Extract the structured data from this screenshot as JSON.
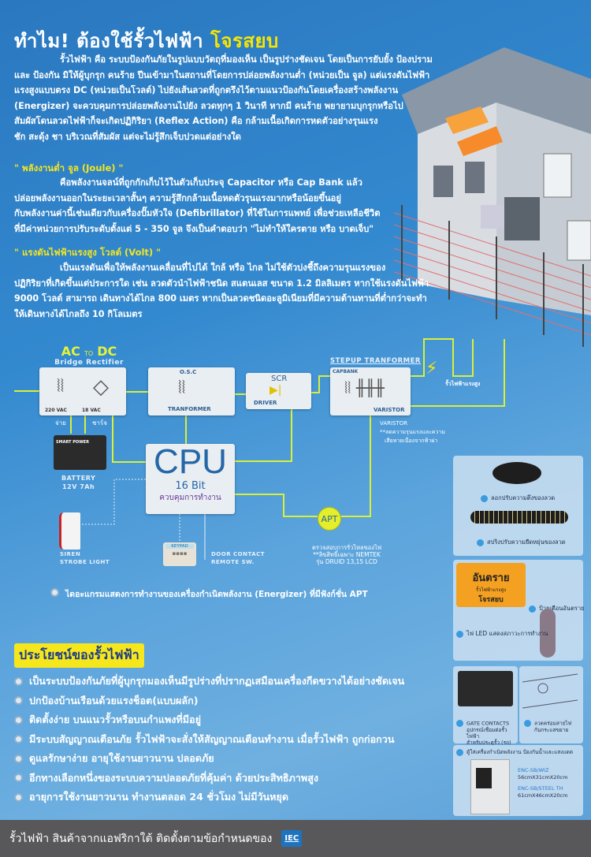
{
  "title": {
    "main": "ทำไม! ต้องใช้รั้วไฟฟ้า",
    "brand": "โจรสยบ"
  },
  "intro": [
    "รั้วไฟฟ้า คือ ระบบป้องกันภัยในรูปแบบวัตถุที่มองเห็น เป็นรูปร่างชัดเจน โดยเป็นการยับยั้ง ป้องปราม",
    "และ ป้องกัน มิให้ผู้บุกรุก คนร้าย ปีนเข้ามาในสถานที่โดยการปล่อยพลังงานต่ำ (หน่วยเป็น จูล) แต่แรงดันไฟฟ้า",
    "แรงสูงแบบตรง DC (หน่วยเป็นโวลต์) ไปยังเส้นลวดที่ถูกตรึงไว้ตามแนวป้องกันโดยเครื่องสร้างพลังงาน",
    "(Energizer) จะควบคุมการปล่อยพลังงานไปยัง ลวดทุกๆ 1 วินาที หากมี คนร้าย พยายามบุกรุกหรือไป",
    "สัมผัสโดนลวดไฟฟ้าก็จะเกิดปฏิกิริยา (Reflex Action) คือ กล้ามเนื้อเกิดการหดตัวอย่างรุนแรง",
    "ชัก สะดุ้ง ชา บริเวณที่สัมผัส แต่จะไม่รู้สึกเจ็บปวดแต่อย่างใด"
  ],
  "joule": {
    "heading": "\" พลังงานต่ำ จูล (Joule) \"",
    "lines": [
      "คือพลังงานจลน์ที่ถูกกักเก็บไว้ในตัวเก็บประจุ Capacitor หรือ Cap Bank แล้ว",
      "ปล่อยพลังงานออกในระยะเวลาสั้นๆ ความรู้สึกกล้ามเนื้อหดตัวรุนแรงมากหรือน้อยขึ้นอยู่",
      "กับพลังงานค่านี้เช่นเดียวกับเครื่องปั๊มหัวใจ (Defibrillator) ที่ใช้ในการแพทย์ เพื่อช่วยเหลือชีวิต",
      "ที่มีค่าหน่วยการปรับระดับตั้งแต่ 5 - 350 จูล จึงเป็นคำตอบว่า \"ไม่ทำให้ใครตาย หรือ บาดเจ็บ\""
    ]
  },
  "volt": {
    "heading": "\" แรงดันไฟฟ้าแรงสูง โวลต์ (Volt) \"",
    "lines": [
      "เป็นแรงดันเพื่อให้พลังงานเคลื่อนที่ไปได้ ใกล้ หรือ ไกล ไม่ใช้ตัวบ่งชี้ถึงความรุนแรงของ",
      "ปฏิกิริยาที่เกิดขึ้นแต่ประการใด เช่น ลวดตัวนำไฟฟ้าชนิด สแตนเลส ขนาด 1.2 มิลลิเมตร หากใช้แรงดันไฟฟ้า",
      "9000 โวลต์ สามารถ เดินทางได้ไกล 800 เมตร หากเป็นลวดชนิดอะลูมิเนียมที่มีความต้านทานที่ต่ำกว่าจะทำ",
      "ให้เดินทางได้ไกลถึง 10 กิโลเมตร"
    ]
  },
  "diagram": {
    "acdc": {
      "ac": "AC",
      "to": "TO",
      "dc": "DC",
      "sub": "Bridge Rectifier",
      "in_v": "220 VAC",
      "out_v": "18 VAC"
    },
    "osc": {
      "top": "O.S.C",
      "bottom": "TRANFORMER"
    },
    "scr": {
      "top": "SCR",
      "bottom": "DRIVER"
    },
    "stepup": {
      "title": "STEPUP TRANFORMER",
      "capbank": "CAPBANK",
      "varistor": "VARISTOR"
    },
    "hv_label": "รั้วไฟฟ้าแรงสูง",
    "varistor_note": {
      "title": "VARISTOR",
      "line1": "**ลดความรุนแรงและความ",
      "line2": "เสียหายเนื่องจากฟ้าผ่า"
    },
    "battery": {
      "discharge": "จ่าย",
      "charge": "ชาร์จ",
      "brand": "SMART POWER",
      "label": "BATTERY",
      "spec": "12V 7Ah"
    },
    "cpu": {
      "name": "CPU",
      "bits": "16 Bit",
      "desc": "ควบคุมการทำงาน"
    },
    "siren": {
      "l1": "SIREN",
      "l2": "STROBE LIGHT"
    },
    "keypad": {
      "label": "KEYPAD"
    },
    "door": {
      "l1": "DOOR CONTACT",
      "l2": "REMOTE SW."
    },
    "apt": {
      "name": "APT",
      "l1": "ตรวจสอบการรั่วไหลของไฟ",
      "l2": "**ลิขสิทธิ์เฉพาะ NEMTEK",
      "l3": "รุ่น DRUID 13,15 LCD"
    },
    "caption": "ไดอะแกรมแสดงการทำงานของเครื่องกำเนิดพลังงาน (Energizer) ที่มีฟังก์ชั่น APT"
  },
  "benefits": {
    "title": "ประโยชน์ของรั้วไฟฟ้า",
    "items": [
      "เป็นระบบป้องกันภัยที่ผู้บุกรุกมองเห็นมีรูปร่างที่ปรากฏเสมือนเครื่องกีดขวางได้อย่างชัดเจน",
      "ปกป้องบ้านเรือนด้วยแรงช็อต(แบบผลัก)",
      "ติดตั้งง่าย บนแนวรั้วหรือบนกำแพงที่มีอยู่",
      "มีระบบสัญญาณเตือนภัย รั้วไฟฟ้าจะสั่งให้สัญญาณเตือนทำงาน เมื่อรั้วไฟฟ้า ถูกก่อกวน",
      "ดูแลรักษาง่าย อายุใช้งานยาวนาน ปลอดภัย",
      "อีกทางเลือกหนึ่งของระบบความปลอดภัยที่คุ้มค่า ด้วยประสิทธิภาพสูง",
      "อายุการใช้งานยาวนาน ทำงานตลอด 24 ชั่วโมง ไม่มีวันหยุด"
    ]
  },
  "products": {
    "tensioner": "ลอกปรับความตึงของลวด",
    "spring": "สปริงปรับความยืดหยุ่นของลวด",
    "sign": {
      "caption": "ป้ายเตือนอันตราย",
      "text1": "อันตราย",
      "text2": "รั้วไฟฟ้าแรงสูง",
      "text3": "โจรสยบ"
    },
    "led": "ไฟ LED แสดงสภาวะการทำงาน",
    "gate": {
      "l1": "GATE CONTACTS",
      "l2": "อุปกรณ์เชื่อมต่อรั้วไฟฟ้า",
      "l3": "สำหรับประตูรั้ว (รถ)"
    },
    "wire": {
      "l1": "ลวดคร่อมสายไฟ",
      "l2": "กันกระแสขยาย"
    },
    "cabinet": {
      "caption": "ตู้ใส่เครื่องกำเนิดพลังงาน ป้องกันน้ำและแสงแดด",
      "m1": "ENC-SB/WIZ",
      "s1": "56cmX31cmX20cm",
      "m2": "ENC-SB/STEEL TH",
      "s2": "61cmX46cmX20cm"
    }
  },
  "footer": {
    "text": "รั้วไฟฟ้า สินค้าจากแอฟริกาใต้ ติดตั้งตามข้อกำหนดของ",
    "badge": "IEC"
  },
  "colors": {
    "wire": "#d8f03a",
    "accent": "#f7e600",
    "footer": "#58585a"
  }
}
